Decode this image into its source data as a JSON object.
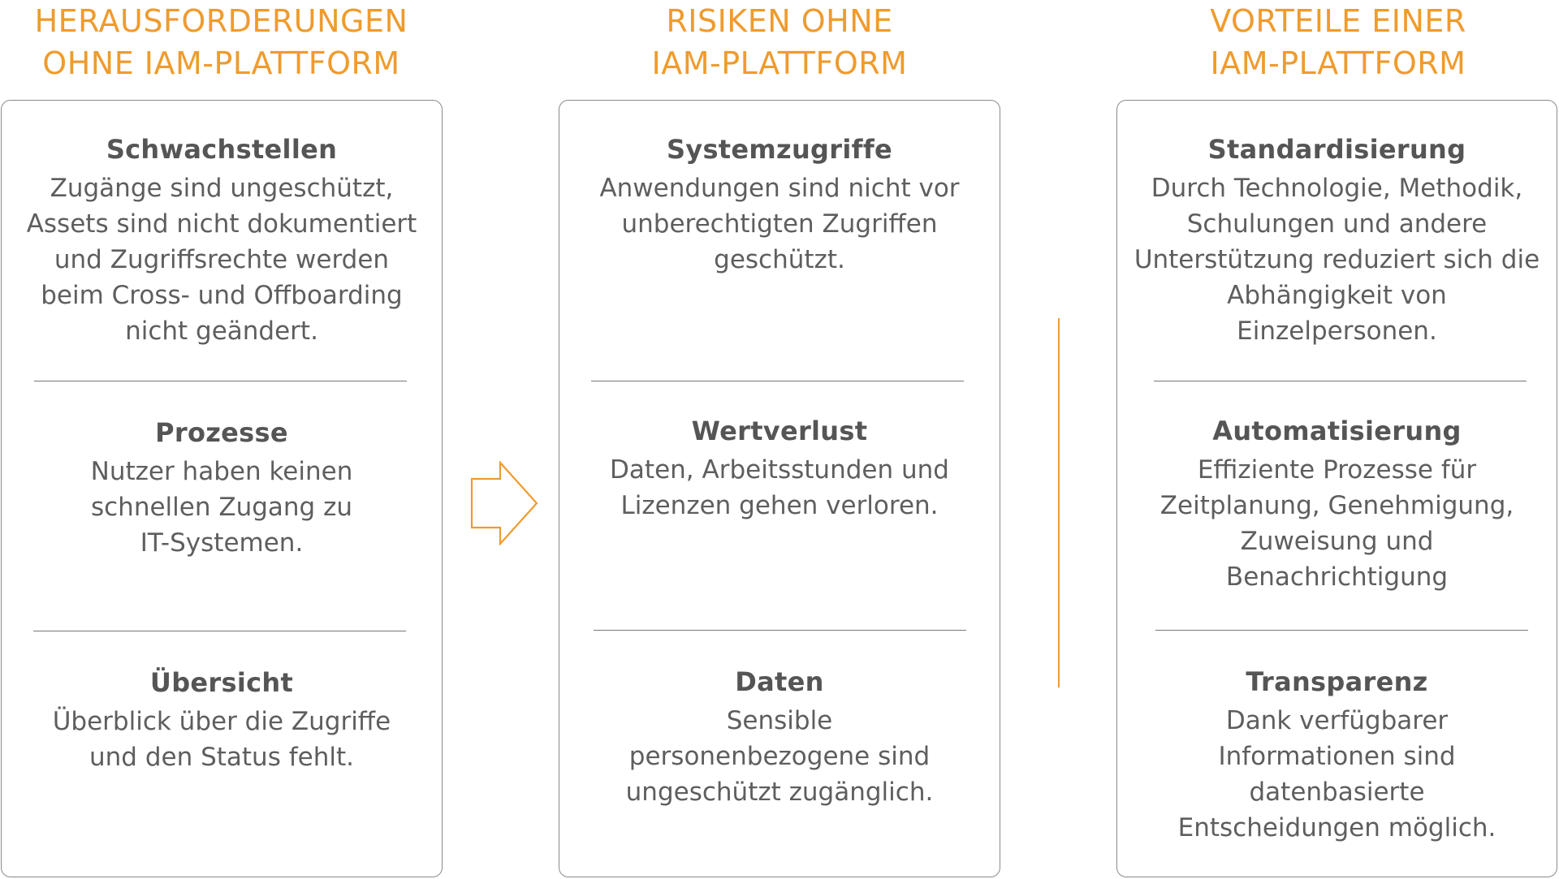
{
  "columns": [
    {
      "title_lines": [
        "HERAUSFORDERUNGEN",
        "OHNE IAM-PLATTFORM"
      ],
      "sections": [
        {
          "title": "Schwachstellen",
          "body": [
            "Zugänge sind ungeschützt,",
            "Assets sind nicht dokumentiert",
            "und Zugriffsrechte werden",
            "beim Cross- und Offboarding",
            "nicht geändert."
          ]
        },
        {
          "title": "Prozesse",
          "body": [
            "Nutzer haben keinen",
            "schnellen Zugang zu",
            "IT-Systemen."
          ]
        },
        {
          "title": "Übersicht",
          "body": [
            "Überblick über die Zugriffe",
            "und den Status fehlt."
          ]
        }
      ]
    },
    {
      "title_lines": [
        "RISIKEN OHNE",
        "IAM-PLATTFORM"
      ],
      "sections": [
        {
          "title": "Systemzugriffe",
          "body": [
            "Anwendungen sind nicht vor",
            "unberechtigten Zugriffen",
            "geschützt."
          ]
        },
        {
          "title": "Wertverlust",
          "body": [
            "Daten, Arbeitsstunden und",
            "Lizenzen gehen verloren."
          ]
        },
        {
          "title": "Daten",
          "body": [
            "Sensible",
            "personenbezogene sind",
            "ungeschützt zugänglich."
          ]
        }
      ]
    },
    {
      "title_lines": [
        "VORTEILE EINER",
        "IAM-PLATTFORM"
      ],
      "sections": [
        {
          "title": "Standardisierung",
          "body": [
            "Durch Technologie, Methodik,",
            "Schulungen und andere",
            "Unterstützung reduziert sich die",
            "Abhängigkeit von",
            "Einzelpersonen."
          ]
        },
        {
          "title": "Automatisierung",
          "body": [
            "Effiziente Prozesse für",
            "Zeitplanung, Genehmigung,",
            "Zuweisung und",
            "Benachrichtigung"
          ]
        },
        {
          "title": "Transparenz",
          "body": [
            "Dank verfügbarer",
            "Informationen sind",
            "datenbasierte",
            "Entscheidungen möglich."
          ]
        }
      ]
    }
  ],
  "colors": {
    "accent": "#ef9b2d",
    "text": "#555555",
    "border": "#8a8a8a"
  },
  "icons": {
    "arrow": "arrow-right-outline-icon",
    "separator": "vertical-separator-line"
  }
}
